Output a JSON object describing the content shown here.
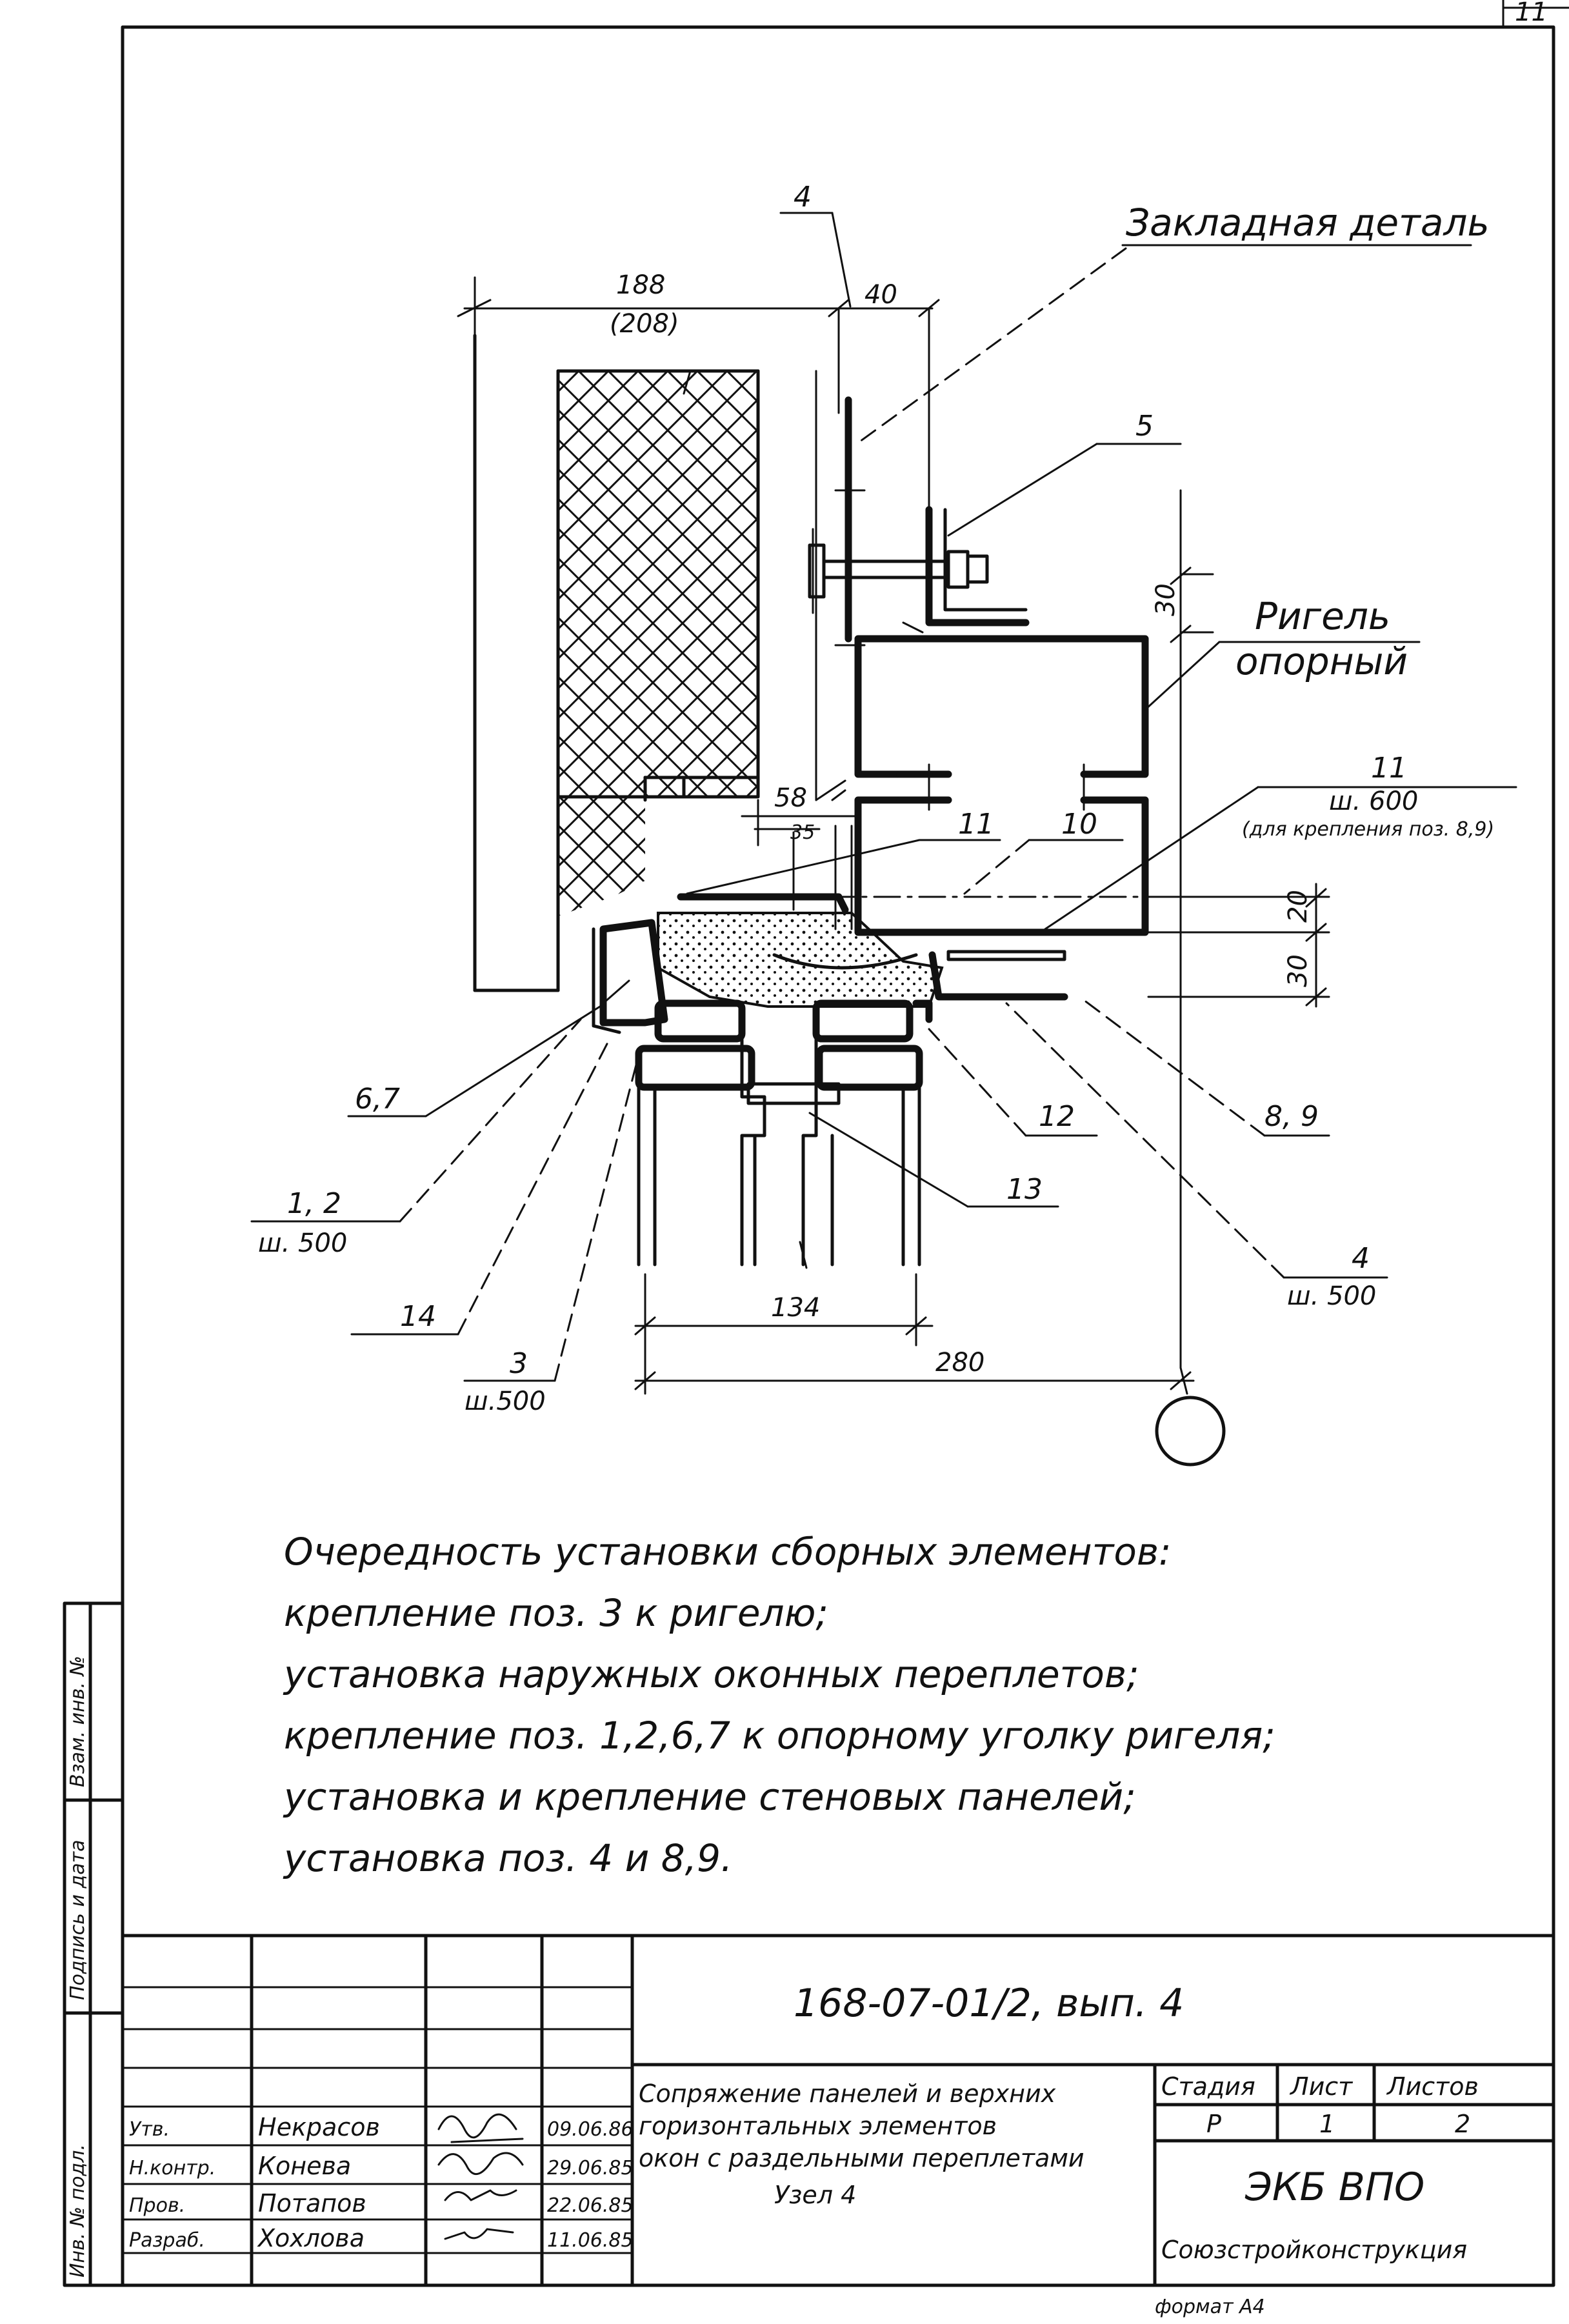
{
  "sheet_mark": "11",
  "labels": {
    "embedded_part": "Закладная деталь",
    "rigel_line1": "Ригель",
    "rigel_line2": "опорный",
    "pos4_top": "4",
    "pos5": "5",
    "pos11_right": "11",
    "pos11_right_w": "ш. 600",
    "pos11_right_note": "(для крепления поз. 8,9)",
    "pos10": "10",
    "pos11_left": "11",
    "pos67": "6,7",
    "pos12_top": "1, 2",
    "pos12_w": "ш. 500",
    "pos14": "14",
    "pos3": "3",
    "pos3_w": "ш.500",
    "pos12": "12",
    "pos13": "13",
    "pos89": "8, 9",
    "pos4_bottom": "4",
    "pos4_bottom_w": "ш. 500"
  },
  "dimensions": {
    "d188": "188",
    "d208": "(208)",
    "d40": "40",
    "d30_top": "30",
    "d58": "58",
    "d35": "35",
    "d20": "20",
    "d30_bottom": "30",
    "d134": "134",
    "d280": "280"
  },
  "notes": [
    "Очередность установки сборных элементов:",
    "крепление поз. 3 к ригелю;",
    "установка наружных оконных переплетов;",
    "крепление поз. 1,2,6,7 к опорному уголку ригеля;",
    "установка и крепление стеновых панелей;",
    "установка поз. 4 и 8,9."
  ],
  "side_stamp": {
    "inv_podl": "Инв. № подл.",
    "sign_date": "Подпись и дата",
    "vzam_inv": "Взам. инв. №"
  },
  "title_block": {
    "doc_code": "168-07-01/2, вып. 4",
    "title_line1": "Сопряжение панелей и верхних",
    "title_line2": "горизонтальных элементов",
    "title_line3": "окон с раздельными переплетами",
    "title_line4": "Узел 4",
    "stage_h": "Стадия",
    "sheet_h": "Лист",
    "sheets_h": "Листов",
    "stage": "Р",
    "sheet": "1",
    "sheets": "2",
    "org1": "ЭКБ ВПО",
    "org2": "Союзстройконструкция",
    "format": "формат А4",
    "rows": [
      {
        "role": "Утв.",
        "name": "Некрасов",
        "date": "09.06.86"
      },
      {
        "role": "Н.контр.",
        "name": "Конева",
        "date": "29.06.85"
      },
      {
        "role": "Пров.",
        "name": "Потапов",
        "date": "22.06.85"
      },
      {
        "role": "Разраб.",
        "name": "Хохлова",
        "date": "11.06.85"
      }
    ]
  }
}
